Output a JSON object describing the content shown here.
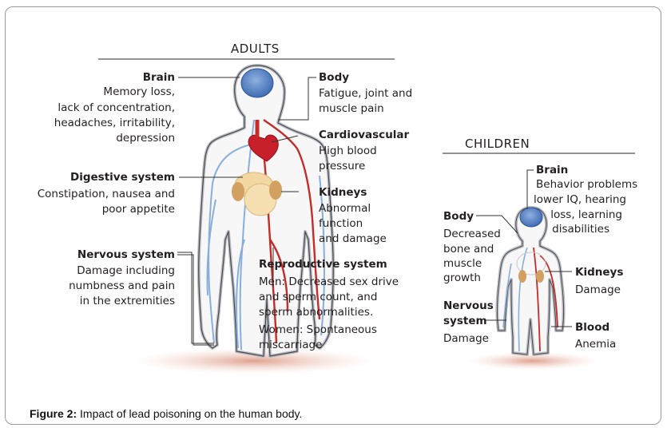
{
  "adults": {
    "heading": "ADULTS",
    "brain": {
      "title": "Brain",
      "lines": [
        "Memory loss,",
        "lack of concentration,",
        "headaches, irritability,",
        "depression"
      ]
    },
    "digestive": {
      "title": "Digestive system",
      "lines": [
        "Constipation, nausea and",
        "poor appetite"
      ]
    },
    "nervous": {
      "title": "Nervous system",
      "lines": [
        "Damage including",
        "numbness and pain",
        "in the extremities"
      ]
    },
    "body": {
      "title": "Body",
      "lines": [
        "Fatigue, joint and",
        "muscle pain"
      ]
    },
    "cardio": {
      "title": "Cardiovascular",
      "lines": [
        "High blood",
        "pressure"
      ]
    },
    "kidneys": {
      "title": "Kidneys",
      "lines": [
        "Abnormal",
        "function",
        "and damage"
      ]
    },
    "reproductive": {
      "title": "Reproductive system",
      "men": [
        "Men: Decreased sex drive",
        "and sperm count, and",
        "sperm abnormalities."
      ],
      "women": [
        "Women: Spontaneous",
        "miscarriage"
      ]
    }
  },
  "children": {
    "heading": "CHILDREN",
    "brain": {
      "title": "Brain",
      "lines": [
        "Behavior problems",
        "lower IQ, hearing",
        "loss, learning",
        "disabilities"
      ]
    },
    "body": {
      "title": "Body",
      "lines": [
        "Decreased",
        "bone and",
        "muscle",
        "growth"
      ]
    },
    "nervous": {
      "title_lines": [
        "Nervous",
        "system"
      ],
      "lines": [
        "Damage"
      ]
    },
    "kidneys": {
      "title": "Kidneys",
      "lines": [
        "Damage"
      ]
    },
    "blood": {
      "title": "Blood",
      "lines": [
        "Anemia"
      ]
    }
  },
  "caption": {
    "label": "Figure 2:",
    "text": " Impact of lead poisoning on the human body."
  },
  "colors": {
    "brain": "#4d7cc0",
    "heart": "#c8202b",
    "artery": "#c42c2a",
    "vein": "#7fa4d4",
    "kidney": "#d2a060",
    "organs": "#f2d7a2",
    "shadow": "#e8b8a4"
  }
}
